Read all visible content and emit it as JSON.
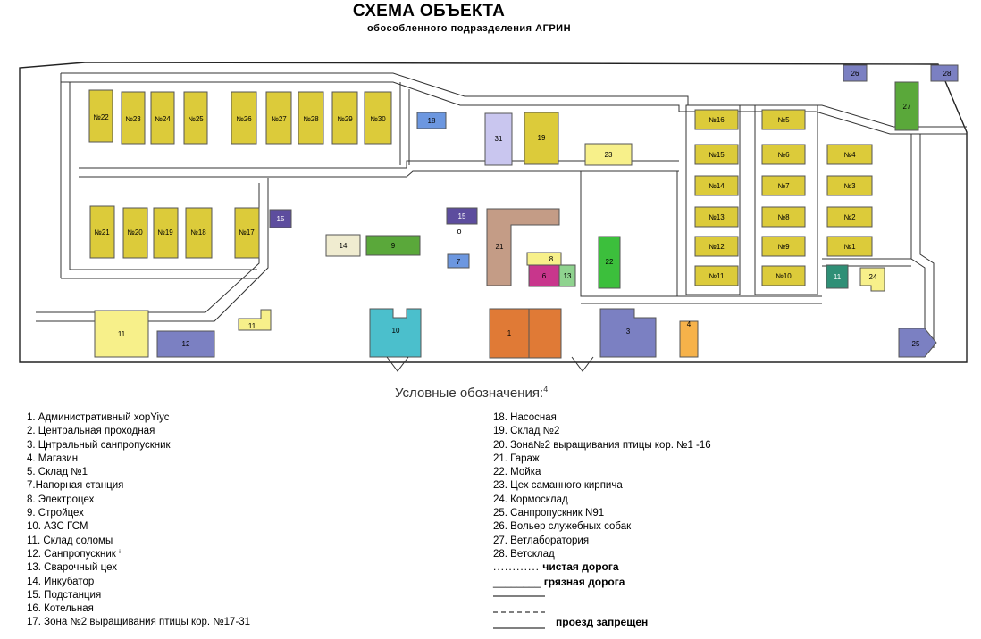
{
  "header": {
    "title": "СХЕМА ОБЪЕКТА",
    "subtitle": "обособленного подразделения АГРИН"
  },
  "colors": {
    "yellow": "#dccb3a",
    "light_yellow": "#f7f08a",
    "lavender": "#c9c6ef",
    "tan": "#c49c86",
    "navy_violet": "#7b80c2",
    "purple": "#5d4d9e",
    "cyan": "#4bbfcc",
    "orange": "#e07a36",
    "light_orange": "#f6b24a",
    "green": "#3cbf3c",
    "olive_green": "#5aa83a",
    "teal": "#2f8f76",
    "magenta": "#c8368c",
    "cream": "#f0ecd0",
    "blue": "#6c97e0"
  },
  "plan": {
    "buildings": [
      {
        "id": "b-n22",
        "label": "№22",
        "color": "yellow"
      },
      {
        "id": "b-n23",
        "label": "№23",
        "color": "yellow"
      },
      {
        "id": "b-n24",
        "label": "№24",
        "color": "yellow"
      },
      {
        "id": "b-n25",
        "label": "№25",
        "color": "yellow"
      },
      {
        "id": "b-n26",
        "label": "№26",
        "color": "yellow"
      },
      {
        "id": "b-n27",
        "label": "№27",
        "color": "yellow"
      },
      {
        "id": "b-n28",
        "label": "№28",
        "color": "yellow"
      },
      {
        "id": "b-n29",
        "label": "№29",
        "color": "yellow"
      },
      {
        "id": "b-n30",
        "label": "№30",
        "color": "yellow"
      },
      {
        "id": "b-n21",
        "label": "№21",
        "color": "yellow"
      },
      {
        "id": "b-n20",
        "label": "№20",
        "color": "yellow"
      },
      {
        "id": "b-n19",
        "label": "№19",
        "color": "yellow"
      },
      {
        "id": "b-n18",
        "label": "№18",
        "color": "yellow"
      },
      {
        "id": "b-n17",
        "label": "№17",
        "color": "yellow"
      },
      {
        "id": "b-n16",
        "label": "№16",
        "color": "yellow"
      },
      {
        "id": "b-n15",
        "label": "№15",
        "color": "yellow"
      },
      {
        "id": "b-n14",
        "label": "№14",
        "color": "yellow"
      },
      {
        "id": "b-n13",
        "label": "№13",
        "color": "yellow"
      },
      {
        "id": "b-n12",
        "label": "№12",
        "color": "yellow"
      },
      {
        "id": "b-n11",
        "label": "№11",
        "color": "yellow"
      },
      {
        "id": "b-n5",
        "label": "№5",
        "color": "yellow"
      },
      {
        "id": "b-n6",
        "label": "№6",
        "color": "yellow"
      },
      {
        "id": "b-n7",
        "label": "№7",
        "color": "yellow"
      },
      {
        "id": "b-n8",
        "label": "№8",
        "color": "yellow"
      },
      {
        "id": "b-n9",
        "label": "№9",
        "color": "yellow"
      },
      {
        "id": "b-n10",
        "label": "№10",
        "color": "yellow"
      },
      {
        "id": "b-n4",
        "label": "№4",
        "color": "yellow"
      },
      {
        "id": "b-n3",
        "label": "№3",
        "color": "yellow"
      },
      {
        "id": "b-n2",
        "label": "№2",
        "color": "yellow"
      },
      {
        "id": "b-n1",
        "label": "№1",
        "color": "yellow"
      },
      {
        "id": "b-18",
        "label": "18",
        "color": "blue"
      },
      {
        "id": "b-31",
        "label": "31",
        "color": "lavender"
      },
      {
        "id": "b-19",
        "label": "19",
        "color": "yellow"
      },
      {
        "id": "b-23",
        "label": "23",
        "color": "light_yellow"
      },
      {
        "id": "b-26",
        "label": "26",
        "color": "navy_violet"
      },
      {
        "id": "b-28",
        "label": "28",
        "color": "navy_violet"
      },
      {
        "id": "b-27",
        "label": "27",
        "color": "olive_green"
      },
      {
        "id": "b-15a",
        "label": "15",
        "color": "purple"
      },
      {
        "id": "b-15b",
        "label": "15",
        "color": "purple"
      },
      {
        "id": "b-14",
        "label": "14",
        "color": "cream"
      },
      {
        "id": "b-9",
        "label": "9",
        "color": "olive_green"
      },
      {
        "id": "b-7",
        "label": "7",
        "color": "blue"
      },
      {
        "id": "b-21",
        "label": "21",
        "color": "tan"
      },
      {
        "id": "b-8",
        "label": "8",
        "color": "light_yellow"
      },
      {
        "id": "b-6",
        "label": "6",
        "color": "magenta"
      },
      {
        "id": "b-13",
        "label": "13",
        "color": "green"
      },
      {
        "id": "b-22",
        "label": "22",
        "color": "green"
      },
      {
        "id": "b-11c",
        "label": "11",
        "color": "teal"
      },
      {
        "id": "b-24",
        "label": "24",
        "color": "light_yellow"
      },
      {
        "id": "b-11a",
        "label": "11",
        "color": "light_yellow"
      },
      {
        "id": "b-12",
        "label": "12",
        "color": "navy_violet"
      },
      {
        "id": "b-11b",
        "label": "11",
        "color": "light_yellow"
      },
      {
        "id": "b-10",
        "label": "10",
        "color": "cyan"
      },
      {
        "id": "b-1",
        "label": "1",
        "color": "orange"
      },
      {
        "id": "b-3",
        "label": "3",
        "color": "navy_violet"
      },
      {
        "id": "b-4",
        "label": "4",
        "color": "light_orange"
      },
      {
        "id": "b-25",
        "label": "25",
        "color": "navy_violet"
      }
    ],
    "marker_o": "о"
  },
  "legend": {
    "title": "Условные обозначения:",
    "title_sup": "4",
    "left_items": [
      "1.  Административный хорYiус",
      "2.  Центральная проходная",
      "3.  Цнтральный санпропускник",
      "4.  Магазин",
      "5.  Склад №1",
      "7.Напорная станция",
      "8.  Электроцех",
      "9.  Стройцех",
      "10.  АЗС ГСМ",
      "11.  Склад соломы",
      "12.  Санпропускник ⁱ",
      "13.  Сварочный цех",
      "14.  Инкубатор",
      "15.  Подстанция",
      "16.  Котельная",
      "17.  Зона №2 выращивания  птицы кор. №17-31"
    ],
    "right_items": [
      "18.  Насосная",
      "19.  Склад №2",
      "20.  Зона№2 выращивания  птицы кор. №1 -16",
      "21.  Гараж",
      "22.  Мойка",
      "23.  Цех саманного  кирпича",
      "24.  Кормосклад",
      "25.  Санпропускник N91",
      "26.  Вольер служебных  собак",
      "27.  Ветлаборатория",
      "28.  Ветсклад"
    ],
    "clean_road": "чистая дорога",
    "dirty_road": "грязная дорога",
    "no_pass": "проезд  запрещен"
  }
}
